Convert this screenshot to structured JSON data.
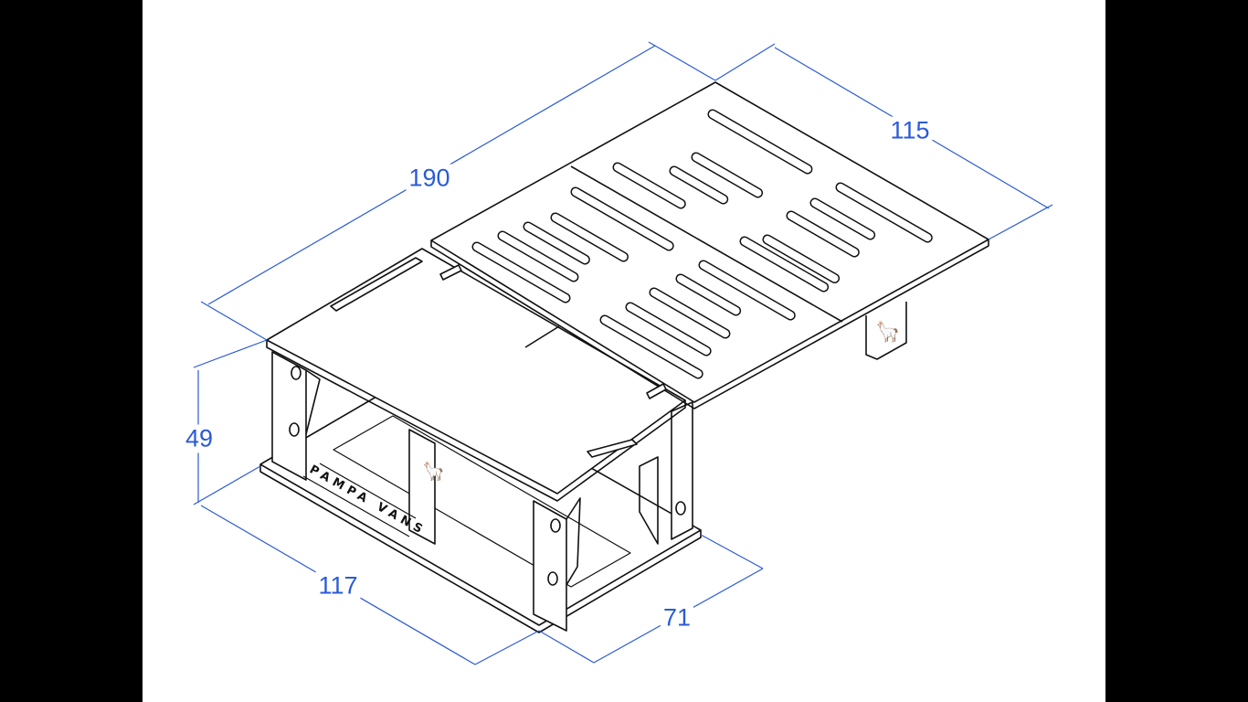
{
  "drawing": {
    "brand_text": "PAMPA VANS",
    "dimension_color": "#2b5bd6",
    "dimensions": {
      "length_total": "190",
      "width_deck": "115",
      "height": "49",
      "length_box": "117",
      "width_box": "71"
    }
  }
}
